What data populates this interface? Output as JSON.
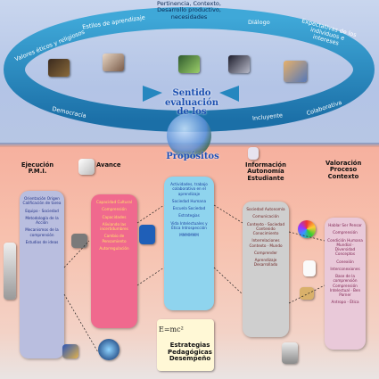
{
  "ring": {
    "top_labels": [
      "Valores éticos y religiosos",
      "Estilos de aprendizaje",
      "Diálogo",
      "Expectativas de los individuos e intereses"
    ],
    "top_center_lines": [
      "Pertinencia, Contexto,",
      "Desarrollo productivo,",
      "necesidades"
    ],
    "bottom_labels": [
      "Democracia",
      "Incluyente",
      "Colaborativa"
    ],
    "center_title_lines": [
      "Sentido",
      "evaluación",
      "de los"
    ],
    "purpose": "Propósitos"
  },
  "headings": {
    "ejecucion": "Ejecución P.M.I.",
    "avance": "Avance",
    "informacion": "Información Autonomía Estudiante",
    "valoracion": "Valoración Proceso Contexto"
  },
  "columns": {
    "col1": [
      "Orientación Origen Calificación de tarea",
      "Equipo · Sociedad",
      "Metodología de la Acción",
      "Mecanismos de la comprensión",
      "Estudios de ideas"
    ],
    "col2": [
      "Capacidad Cultural",
      "Comprensión",
      "Capacidades",
      "Aliviando las incertidumbres",
      "Cambio de Pensamiento",
      "Autorregulación"
    ],
    "col3": [
      "Actividades, trabajo colaborativo en el aprendizaje",
      "Sociedad Humana",
      "Escuela Sociedad",
      "Estrategias",
      "Vida Intelectuales y Ética Introspección",
      "MMMMMM"
    ],
    "col4": [
      "Sociedad Autonomía",
      "Comunicación",
      "Contexto - Sociedad Contenido Conocimiento",
      "Interrelaciones Contexto · Mundo",
      "Comprender",
      "Aprendizaje Desarrollado"
    ],
    "col5": [
      "Hablar Ser Pensar",
      "Comprensión",
      "Condición Humana Mundial · Diversidad Conceptos",
      "Conexión",
      "Interconexiones",
      "Base de la comprensión Comprensión Intelectual · Ben Parner",
      "Antropo - Ética"
    ]
  },
  "bottom_center": {
    "formula": "E=mc²",
    "lines": [
      "Estrategias",
      "Pedagógicas",
      "Desempeño"
    ]
  }
}
